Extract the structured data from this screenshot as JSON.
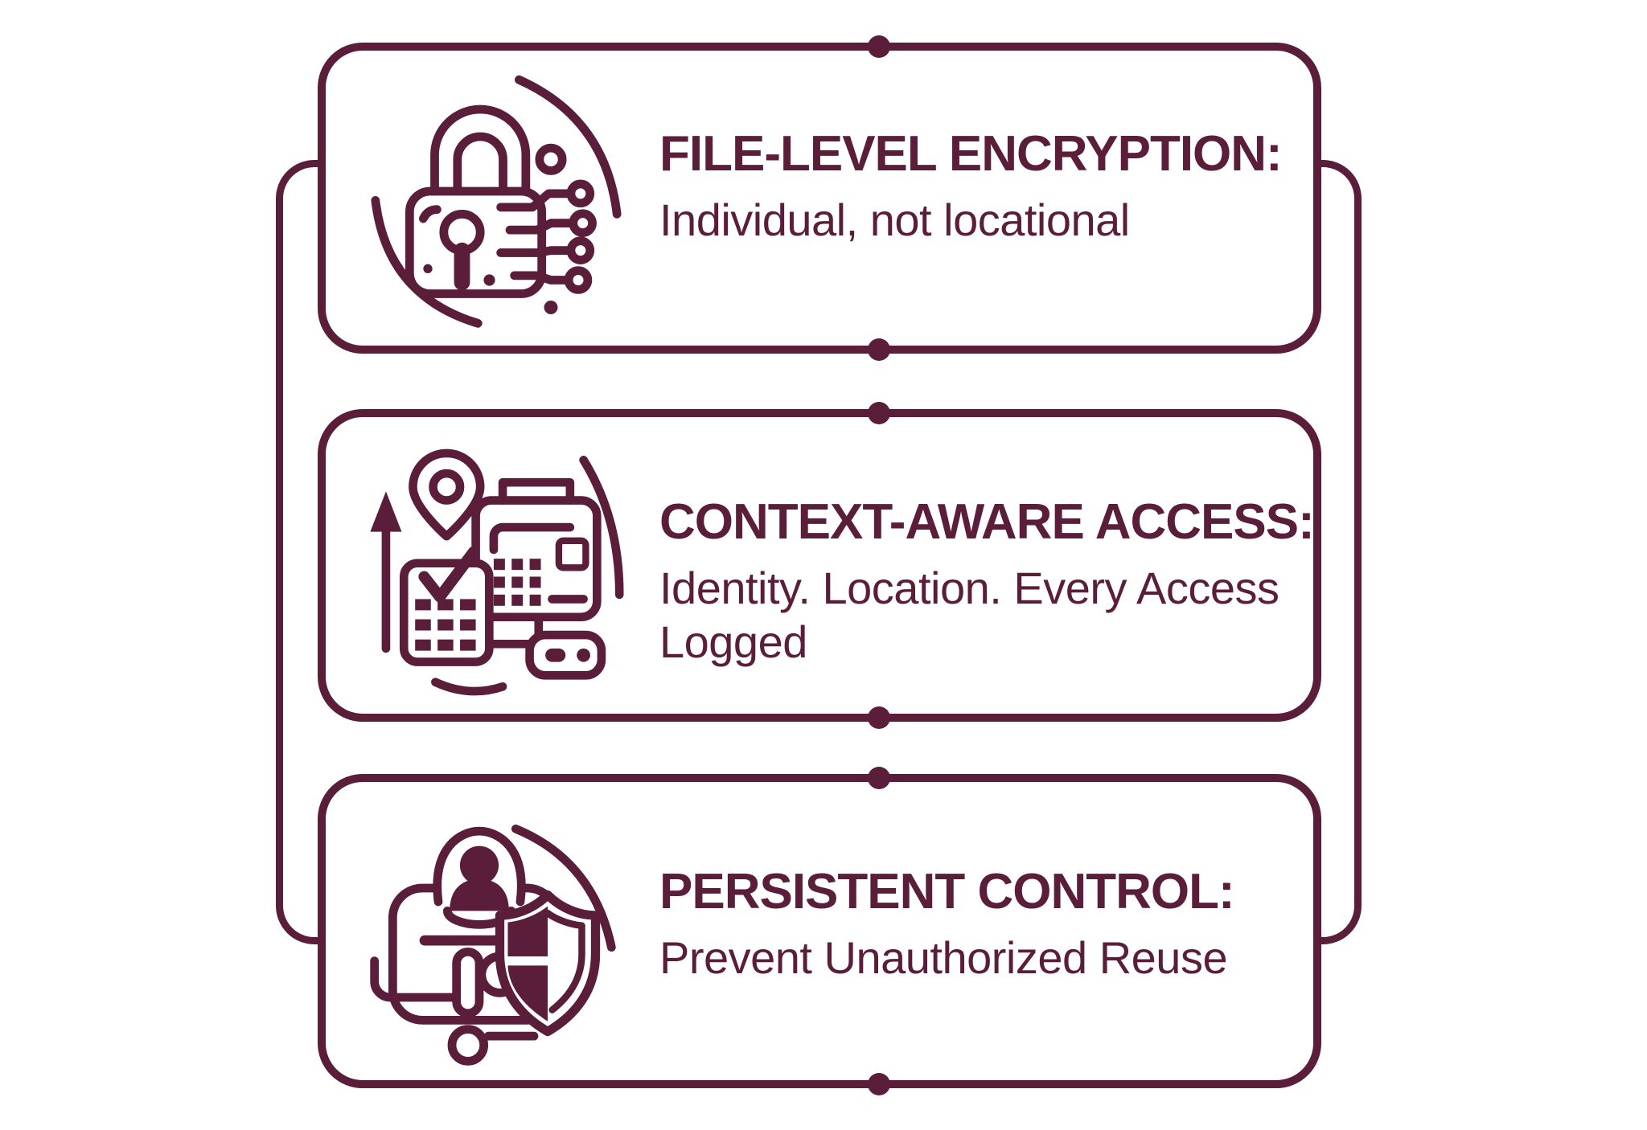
{
  "theme": {
    "accent": "#5a1e3a",
    "background": "#ffffff"
  },
  "cards": [
    {
      "id": "file-level-encryption",
      "icon": "padlock-circuit-icon",
      "title": "FILE-LEVEL ENCRYPTION:",
      "subtitle": "Individual, not locational"
    },
    {
      "id": "context-aware-access",
      "icon": "location-devices-icon",
      "title": "CONTEXT-AWARE ACCESS:",
      "subtitle": "Identity. Location. Every Access Logged"
    },
    {
      "id": "persistent-control",
      "icon": "identity-shield-icon",
      "title": "PERSISTENT CONTROL:",
      "subtitle": "Prevent Unauthorized Reuse"
    }
  ]
}
